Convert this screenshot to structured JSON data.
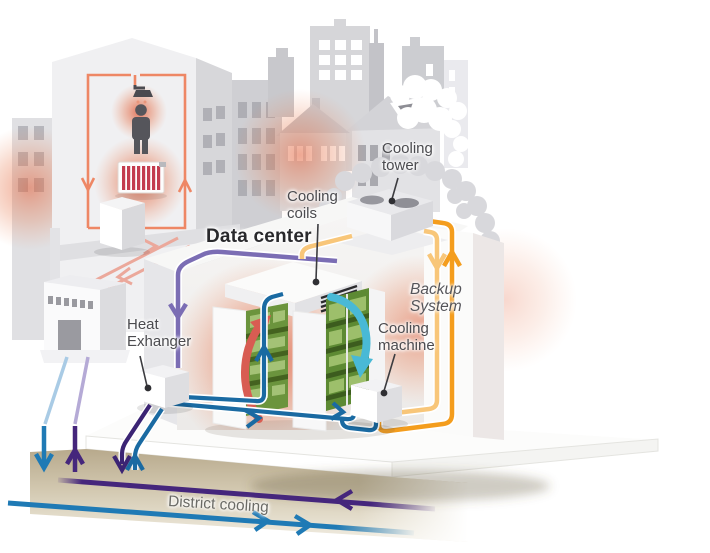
{
  "labels": {
    "cooling_tower": "Cooling\ntower",
    "cooling_coils": "Cooling\ncoils",
    "data_center": "Data center",
    "backup_system": "Backup\nSystem",
    "heat_exchanger": "Heat\nExhanger",
    "cooling_machine": "Cooling\nmachine",
    "district_cooling": "District cooling"
  },
  "colors": {
    "pipe_blue": "#1a6aa2",
    "pipe_blue_bright": "#1f7ab5",
    "pipe_purple": "#7b6db4",
    "pipe_indigo": "#3b2474",
    "main_purple": "#45267c",
    "main_blue": "#1f7ab5",
    "pipe_orange": "#f49d1d",
    "pipe_orange_light": "#f8c679",
    "pipe_pale_blue": "#a9cbe5",
    "pipe_pale_purple": "#b5aad6",
    "pipe_pink": "#eba89b",
    "heating_loop": "#ee8765",
    "arrow_red": "#d85c52",
    "arrow_cyan": "#49b9d6",
    "server_green": "#6b943d",
    "glow_orange": "#e86a3c",
    "underground": "#c9bda1",
    "label_text": "#4b4b4f",
    "title_text": "#29292c"
  }
}
